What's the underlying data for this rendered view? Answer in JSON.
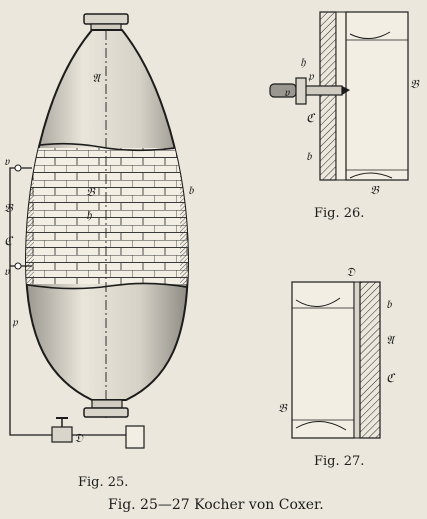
{
  "captions": {
    "fig25": "Fig. 25.",
    "fig26": "Fig. 26.",
    "fig27": "Fig. 27.",
    "main": "Fig. 25—27 Kocher von Coxer."
  },
  "labels": {
    "fig25": {
      "a": "𝔄",
      "b_inner": "𝔅",
      "h": "𝔥",
      "v_top": "𝔳",
      "b_left": "𝔅",
      "c_left": "ℭ",
      "v_bottom": "𝔳",
      "b_right": "𝔟",
      "p": "𝔭",
      "d": "𝔇"
    },
    "fig26": {
      "h": "𝔥",
      "p": "𝔭",
      "v": "𝔳",
      "c": "ℭ",
      "b_small": "𝔟",
      "b_right": "𝔅",
      "b_bottom": "𝔅"
    },
    "fig27": {
      "d": "𝔇",
      "b_small": "𝔟",
      "a": "𝔄",
      "c": "ℭ",
      "b_left": "𝔅"
    }
  }
}
